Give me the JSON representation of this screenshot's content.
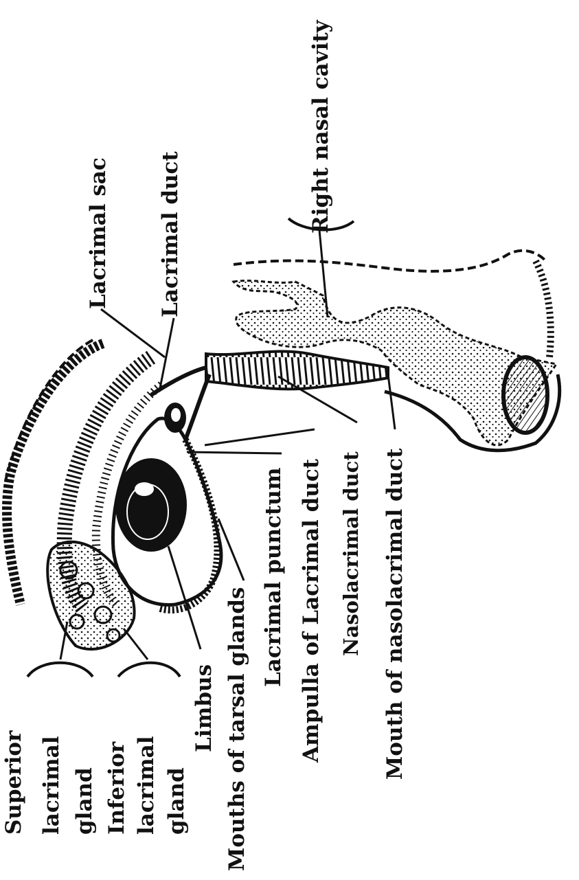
{
  "labels": {
    "lacrimal_sac": "Lacrimal sac",
    "lacrimal_duct": "Lacrimal duct",
    "right_nasal_cavity": "Right nasal cavity",
    "superior_lacrimal_gland": [
      "Superior",
      "lacrimal",
      "gland"
    ],
    "inferior_lacrimal_gland": [
      "Inferior",
      "lacrimal",
      "gland"
    ],
    "limbus": "Limbus",
    "mouths_of_tarsal_glands": "Mouths of tarsal glands",
    "lacrimal_punctum": "Lacrimal punctum",
    "ampulla_of_lacrimal_duct": "Ampulla of Lacrimal duct",
    "nasolacrimal_duct": "Nasolacrimal duct",
    "mouth_of_nasolacrimal_duct": "Mouth of nasolacrimal duct"
  },
  "colors": {
    "ink": "#111111",
    "background": "#ffffff"
  }
}
